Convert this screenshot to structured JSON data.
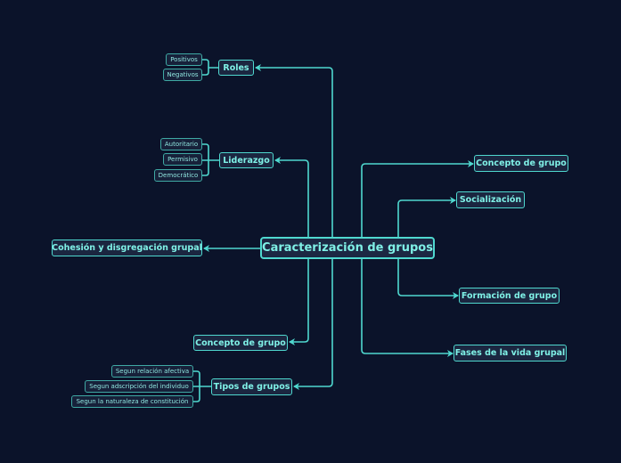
{
  "central": {
    "label": "Caracterización de grupos"
  },
  "left": {
    "roles": {
      "label": "Roles",
      "children": [
        "Positivos",
        "Negativos"
      ]
    },
    "liderazgo": {
      "label": "Liderazgo",
      "children": [
        "Autoritario",
        "Permisivo",
        "Democrático"
      ]
    },
    "cohesion": {
      "label": "Cohesión y disgregación grupal"
    },
    "concepto": {
      "label": "Concepto de grupo"
    },
    "tipos": {
      "label": "Tipos de grupos",
      "children": [
        "Segun relación afectiva",
        "Segun adscripción del individuo",
        "Segun la naturaleza de constitución"
      ]
    }
  },
  "right": {
    "concepto": {
      "label": "Concepto de grupo"
    },
    "socializacion": {
      "label": "Socialización"
    },
    "formacion": {
      "label": "Formación de grupo"
    },
    "fases": {
      "label": "Fases de la vida grupal"
    }
  },
  "colors": {
    "background": "#0b132a",
    "line": "#4fd8cf",
    "text": "#7ff0e6",
    "node_fill": "#1b2640"
  }
}
